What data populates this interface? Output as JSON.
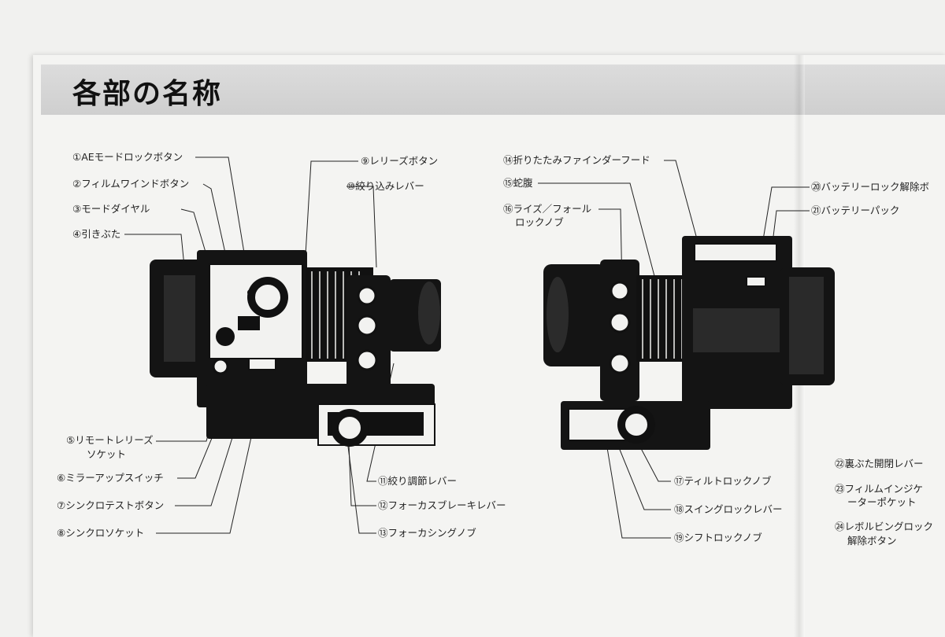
{
  "page": {
    "title": "各部の名称"
  },
  "labels_left": [
    {
      "id": "l1",
      "text": "①AEモードロックボタン"
    },
    {
      "id": "l2",
      "text": "②フィルムワインドボタン"
    },
    {
      "id": "l3",
      "text": "③モードダイヤル"
    },
    {
      "id": "l4",
      "text": "④引きぶた"
    },
    {
      "id": "l5a",
      "text": "⑤リモートレリーズ"
    },
    {
      "id": "l5b",
      "text": "ソケット"
    },
    {
      "id": "l6",
      "text": "⑥ミラーアップスイッチ"
    },
    {
      "id": "l7",
      "text": "⑦シンクロテストボタン"
    },
    {
      "id": "l8",
      "text": "⑧シンクロソケット"
    },
    {
      "id": "l9",
      "text": "⑨レリーズボタン"
    },
    {
      "id": "l10",
      "text": "⑩絞り込みレバー"
    },
    {
      "id": "l11",
      "text": "⑪絞り調節レバー"
    },
    {
      "id": "l12",
      "text": "⑫フォーカスブレーキレバー"
    },
    {
      "id": "l13",
      "text": "⑬フォーカシングノブ"
    }
  ],
  "labels_right": [
    {
      "id": "r14",
      "text": "⑭折りたたみファインダーフード"
    },
    {
      "id": "r15",
      "text": "⑮蛇腹"
    },
    {
      "id": "r16a",
      "text": "⑯ライズ／フォール"
    },
    {
      "id": "r16b",
      "text": "ロックノブ"
    },
    {
      "id": "r17",
      "text": "⑰ティルトロックノブ"
    },
    {
      "id": "r18",
      "text": "⑱スイングロックレバー"
    },
    {
      "id": "r19",
      "text": "⑲シフトロックノブ"
    },
    {
      "id": "r20",
      "text": "⑳バッテリーロック解除ボ"
    },
    {
      "id": "r21",
      "text": "㉑バッテリーパック"
    },
    {
      "id": "r22",
      "text": "㉒裏ぶた開閉レバー"
    },
    {
      "id": "r23a",
      "text": "㉓フィルムインジケ"
    },
    {
      "id": "r23b",
      "text": "ーターポケット"
    },
    {
      "id": "r24a",
      "text": "㉔レボルビングロック"
    },
    {
      "id": "r24b",
      "text": "解除ボタン"
    }
  ]
}
